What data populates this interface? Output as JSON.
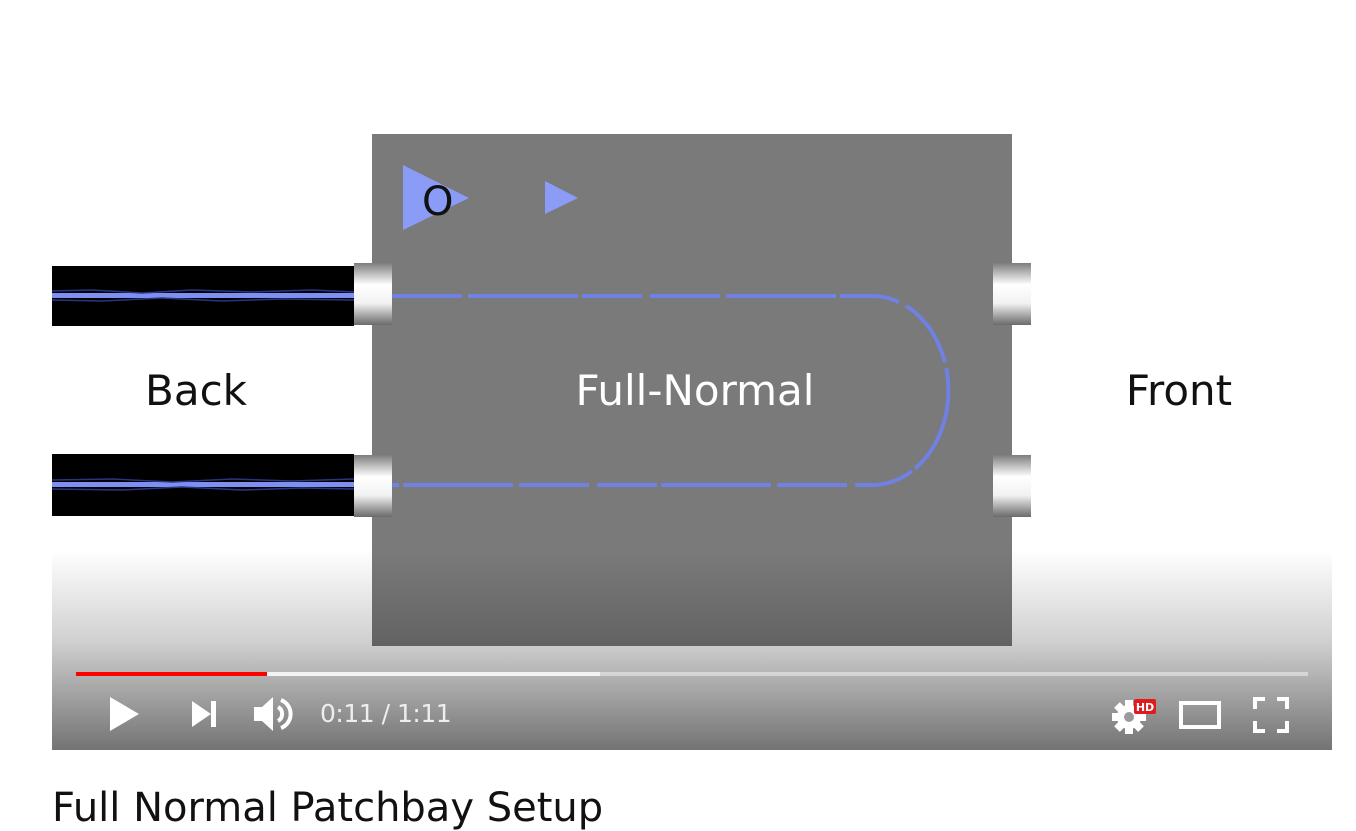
{
  "video": {
    "labels": {
      "box_label": "Full-Normal",
      "left_label": "Back",
      "right_label": "Front",
      "marker_letter": "O"
    },
    "colors": {
      "box": "#7a7a7a",
      "cable": "#000000",
      "fiber": "#7d8ff0",
      "marker": "#8a9cf5"
    }
  },
  "controls": {
    "progress": {
      "played_fraction": 0.155,
      "buffered_fraction": 0.425
    },
    "time": {
      "current": "0:11",
      "separator": "/",
      "duration": "1:11"
    },
    "hd_badge": "HD",
    "accent": "#ff0000",
    "icons": [
      "play-icon",
      "next-icon",
      "volume-icon",
      "settings-icon",
      "theater-mode-icon",
      "fullscreen-icon"
    ]
  },
  "title": "Full Normal Patchbay Setup"
}
